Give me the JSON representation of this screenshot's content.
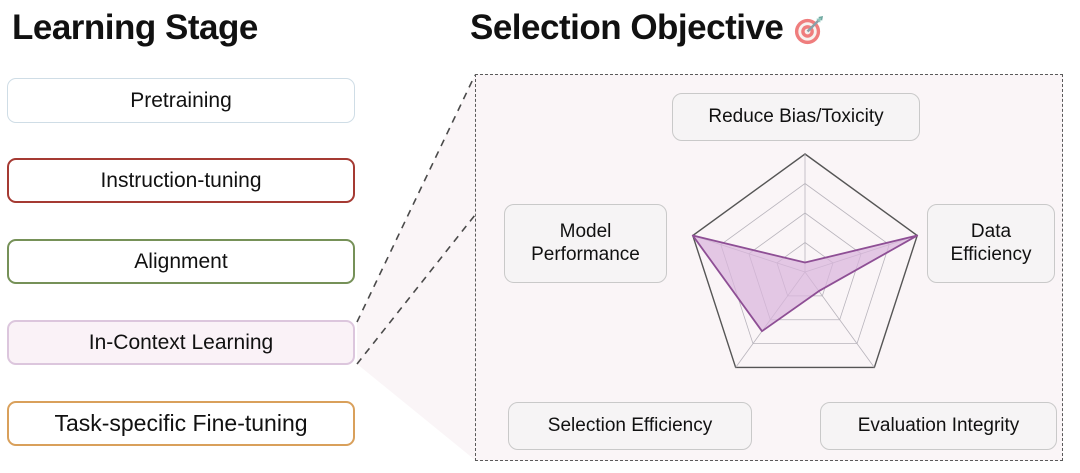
{
  "left_panel": {
    "title": "Learning Stage",
    "stages": [
      {
        "label": "Pretraining",
        "border_color": "#cfdde6",
        "fill_color": "#ffffff"
      },
      {
        "label": "Instruction-tuning",
        "border_color": "#a53a33",
        "fill_color": "#ffffff"
      },
      {
        "label": "Alignment",
        "border_color": "#769158",
        "fill_color": "#ffffff"
      },
      {
        "label": "In-Context Learning",
        "border_color": "#dcc6dd",
        "fill_color": "#faf2f7"
      },
      {
        "label": "Task-specific Fine-tuning",
        "border_color": "#d9a05b",
        "fill_color": "#ffffff"
      }
    ],
    "highlighted_stage": "In-Context Learning"
  },
  "right_panel": {
    "title": "Selection Objective",
    "title_icon": "dart-target-icon",
    "panel_background": "#faf5f7",
    "panel_border": "#5a5a5a",
    "objective_boxes": [
      {
        "id": "top",
        "label": "Reduce Bias/Toxicity"
      },
      {
        "id": "left",
        "label": "Model\nPerformance"
      },
      {
        "id": "right",
        "label": "Data\nEfficiency"
      },
      {
        "id": "bl",
        "label": "Selection Efficiency"
      },
      {
        "id": "br",
        "label": "Evaluation Integrity"
      }
    ]
  },
  "chart_data": {
    "type": "radar",
    "title": "Selection Objective",
    "categories": [
      "Reduce Bias/Toxicity",
      "Data Efficiency",
      "Evaluation Integrity",
      "Selection Efficiency",
      "Model Performance"
    ],
    "series": [
      {
        "name": "In-Context Learning",
        "values": [
          0.08,
          1.0,
          0.2,
          0.62,
          1.0
        ]
      }
    ],
    "rlim": [
      0,
      1
    ],
    "rings": [
      0.25,
      0.5,
      0.75,
      1.0
    ],
    "grid": true,
    "legend": "none",
    "fill_color": "#d9b6dd",
    "stroke_color": "#8e4f95",
    "grid_color": "#b8b4bc",
    "outer_color": "#555555"
  },
  "connector": {
    "type": "dashed-funnel",
    "from": "In-Context Learning",
    "to": "Selection Objective panel",
    "color": "#4a4a4a"
  }
}
